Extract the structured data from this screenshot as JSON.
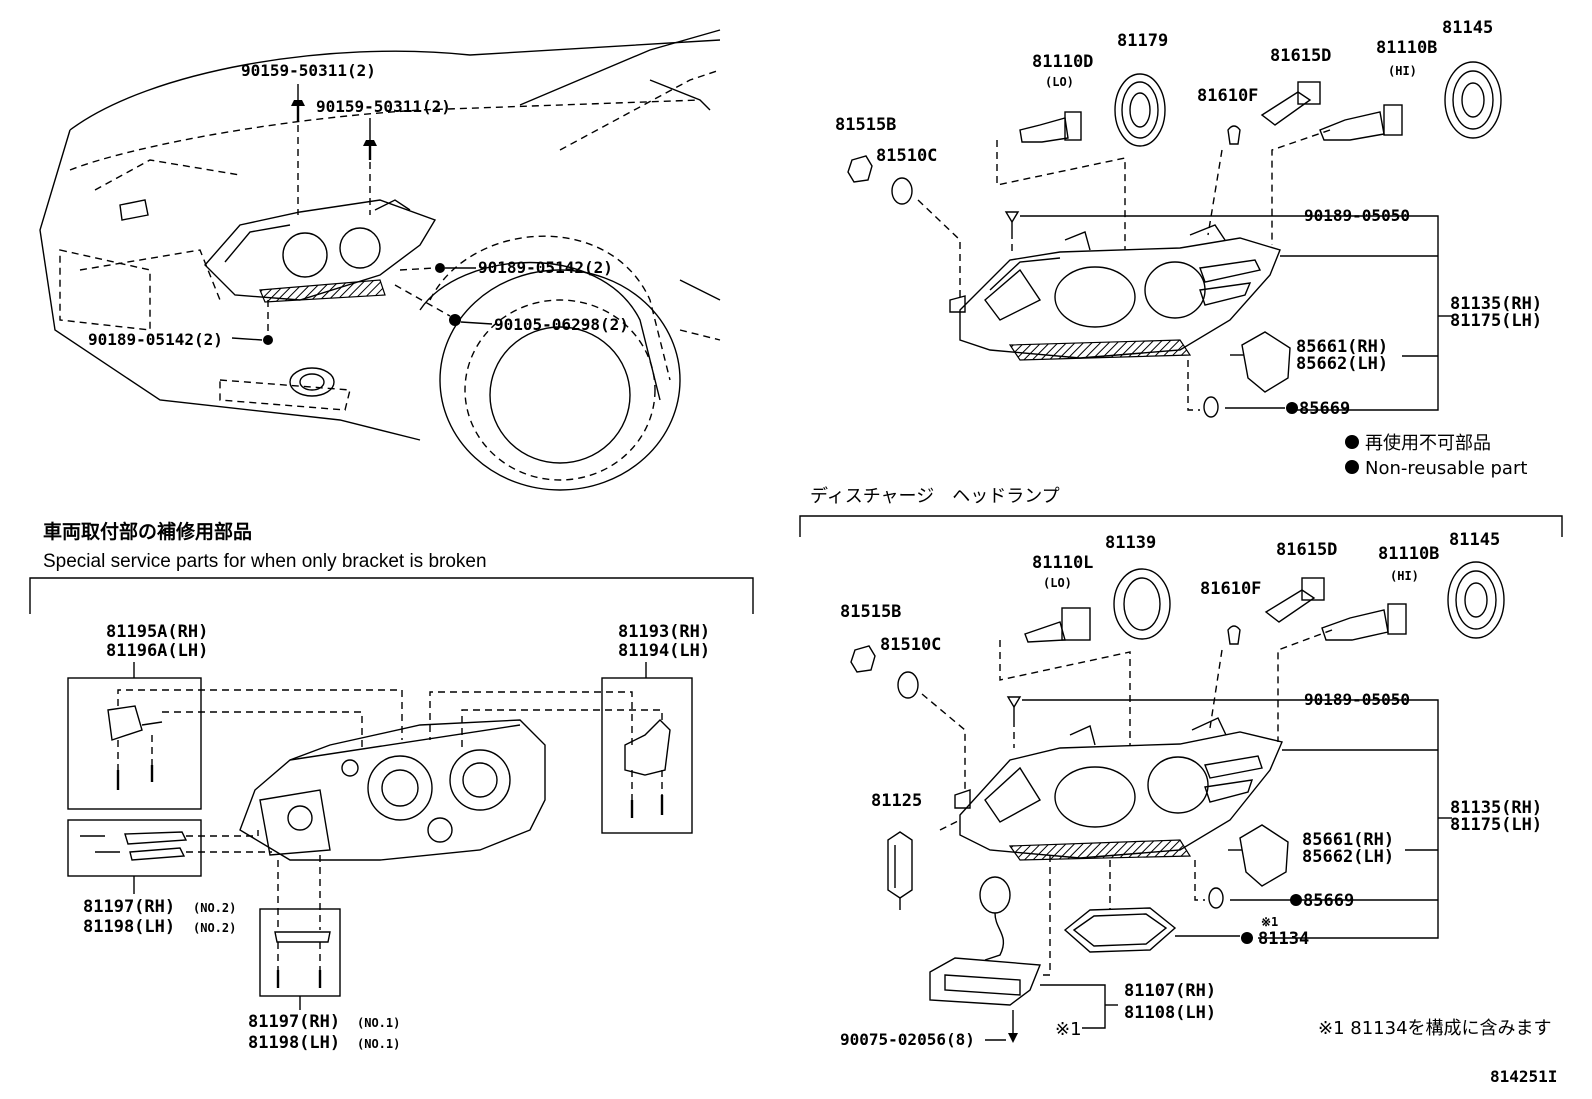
{
  "diagram_id": "814251I",
  "top_left": {
    "labels": {
      "bolt_1": "90159-50311(2)",
      "bolt_2": "90159-50311(2)",
      "clip_right": "90189-05142(2)",
      "nut": "90105-06298(2)",
      "clip_left": "90189-05142(2)"
    }
  },
  "top_right": {
    "labels": {
      "bulb_lo": "81110D",
      "bulb_lo_sub": "(LO)",
      "cover_lo": "81179",
      "socket": "81615D",
      "bulb_hi": "81110B",
      "bulb_hi_sub": "(HI)",
      "cover_hi": "81145",
      "socket_small": "81515B",
      "bulb_small": "81510C",
      "bulb_pos": "81610F",
      "clip": "90189-05050",
      "assy_rh": "81135(RH)",
      "assy_lh": "81175(LH)",
      "actuator_rh": "85661(RH)",
      "actuator_lh": "85662(LH)",
      "oring": "85669"
    },
    "legend_jp": "再使用不可部品",
    "legend_en": "Non-reusable part"
  },
  "bottom_left": {
    "title_jp": "車両取付部の補修用部品",
    "title_en": "Special service parts for when only bracket is broken",
    "labels": {
      "kit_a_rh": "81195A(RH)",
      "kit_a_lh": "81196A(LH)",
      "kit_b_rh": "81193(RH)",
      "kit_b_lh": "81194(LH)",
      "kit_c_rh": "81197(RH)",
      "kit_c_rh_no": "(NO.2)",
      "kit_c_lh": "81198(LH)",
      "kit_c_lh_no": "(NO.2)",
      "kit_d_rh": "81197(RH)",
      "kit_d_rh_no": "(NO.1)",
      "kit_d_lh": "81198(LH)",
      "kit_d_lh_no": "(NO.1)"
    }
  },
  "bottom_right": {
    "title_jp": "ディスチャージ　ヘッドランプ",
    "labels": {
      "bulb_lo": "81110L",
      "bulb_lo_sub": "(LO)",
      "cover_lo": "81139",
      "socket": "81615D",
      "bulb_hi": "81110B",
      "bulb_hi_sub": "(HI)",
      "cover_hi": "81145",
      "socket_small": "81515B",
      "bulb_small": "81510C",
      "bulb_pos": "81610F",
      "clip": "90189-05050",
      "igniter": "81125",
      "assy_rh": "81135(RH)",
      "assy_lh": "81175(LH)",
      "actuator_rh": "85661(RH)",
      "actuator_lh": "85662(LH)",
      "oring": "85669",
      "note_mark_1": "※1",
      "gasket": "81134",
      "ballast_rh": "81107(RH)",
      "ballast_lh": "81108(LH)",
      "ballast_note": "※1",
      "screw": "90075-02056(8)"
    },
    "footnote": "※1 81134を構成に含みます"
  }
}
